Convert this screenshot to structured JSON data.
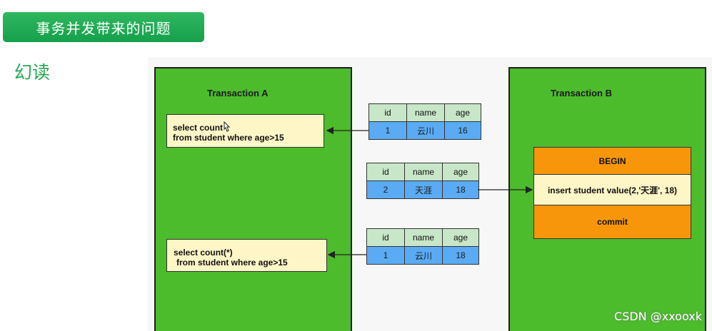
{
  "header": {
    "title": "事务并发带来的问题"
  },
  "section": {
    "label": "幻读"
  },
  "transaction_a": {
    "title": "Transaction A",
    "query1": {
      "line1": "select count",
      "line2": "from student where age>15"
    },
    "query2": {
      "line1": "select count(*)",
      "line2": "from student where age>15"
    }
  },
  "transaction_b": {
    "title": "Transaction B",
    "begin": "BEGIN",
    "insert": "insert student value(2,'天涯', 18)",
    "commit": "commit"
  },
  "tables": {
    "headers": [
      "id",
      "name",
      "age"
    ],
    "t1": [
      "1",
      "云川",
      "16"
    ],
    "t2": [
      "2",
      "天涯",
      "18"
    ],
    "t3": [
      "1",
      "云川",
      "18"
    ]
  },
  "watermark": "CSDN @xxooxk",
  "colors": {
    "title_green": "#22a753",
    "column_green": "#4cbb2c",
    "query_yellow": "#fff6c8",
    "row_blue": "#5aabf3",
    "header_green": "#c8e6c8",
    "orange": "#f7960a"
  }
}
